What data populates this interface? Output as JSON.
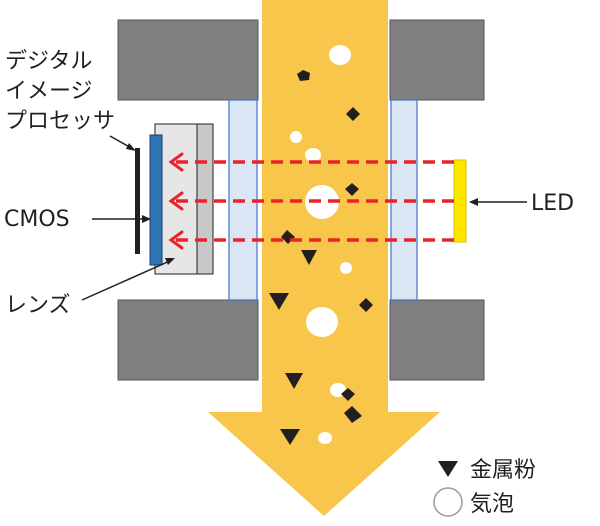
{
  "labels": {
    "dsp": [
      "デジタル",
      "イメージ",
      "プロセッサ"
    ],
    "cmos": "CMOS",
    "lens": "レンズ",
    "led": "LED"
  },
  "legend": {
    "metal": "金属粉",
    "bubble": "気泡"
  },
  "colors": {
    "flow": "#f7c64a",
    "block": "#7f7f7f",
    "window": "#dae6f4",
    "window_edge": "#4472c4",
    "sensor": "#2e75b6",
    "beam": "#e8232a",
    "led": "#ffe600"
  }
}
